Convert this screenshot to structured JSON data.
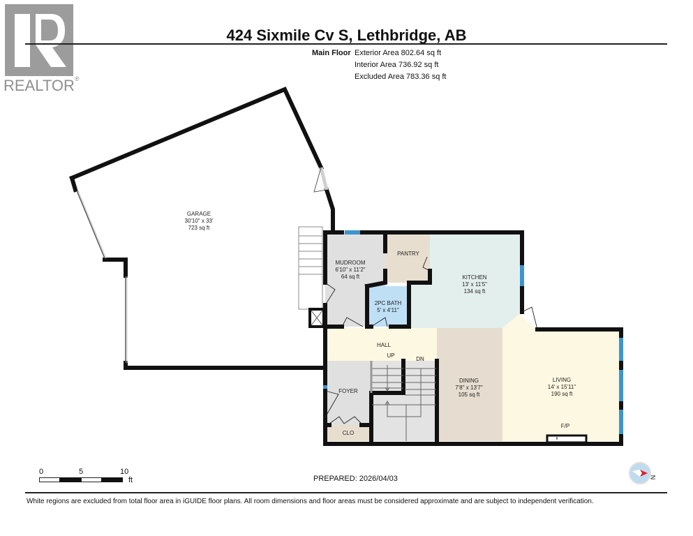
{
  "branding": {
    "logo_letter": "R",
    "logo_text": "REALTOR",
    "registered_mark": "®",
    "logo_color": "#9c9c9c"
  },
  "header": {
    "title": "424 Sixmile Cv S, Lethbridge, AB",
    "floor_name": "Main Floor",
    "areas": [
      {
        "label": "Exterior Area 802.64 sq ft"
      },
      {
        "label": "Interior Area 736.92 sq ft"
      },
      {
        "label": "Excluded Area 783.36 sq ft"
      }
    ]
  },
  "rooms": [
    {
      "name": "GARAGE",
      "dims": "30'10\" x 33'",
      "area": "723 sq ft",
      "color": "#ffffff"
    },
    {
      "name": "MUDROOM",
      "dims": "6'10\" x 11'2\"",
      "area": "64 sq ft",
      "color": "#e0e0e0"
    },
    {
      "name": "PANTRY",
      "color": "#e8ded0"
    },
    {
      "name": "KITCHEN",
      "dims": "13' x 11'5\"",
      "area": "134 sq ft",
      "color": "#e3efec"
    },
    {
      "name": "2PC BATH",
      "dims": "5' x 4'11\"",
      "color": "#bfdff5"
    },
    {
      "name": "HALL",
      "color": "#fdf8e1"
    },
    {
      "name": "UP"
    },
    {
      "name": "DN"
    },
    {
      "name": "FOYER",
      "color": "#e0e0e0"
    },
    {
      "name": "CLO",
      "color": "#e8ded0"
    },
    {
      "name": "DINING",
      "dims": "7'8\" x 13'7\"",
      "area": "105 sq ft",
      "color": "#e6ddd0"
    },
    {
      "name": "LIVING",
      "dims": "14' x 15'11\"",
      "area": "190 sq ft",
      "color": "#fdf8e1"
    },
    {
      "name": "F/P"
    }
  ],
  "colors": {
    "wall": "#111111",
    "window": "#3d95cf",
    "stairs": "#e3e3e3"
  },
  "scale_bar": {
    "ticks": [
      "0",
      "5",
      "10"
    ],
    "unit": "ft"
  },
  "footer": {
    "prepared": "PREPARED: 2026/04/03",
    "compass_label": "N",
    "disclaimer": "White regions are excluded from total floor area in iGUIDE floor plans. All room dimensions and floor areas must be considered approximate and are subject to independent verification."
  }
}
